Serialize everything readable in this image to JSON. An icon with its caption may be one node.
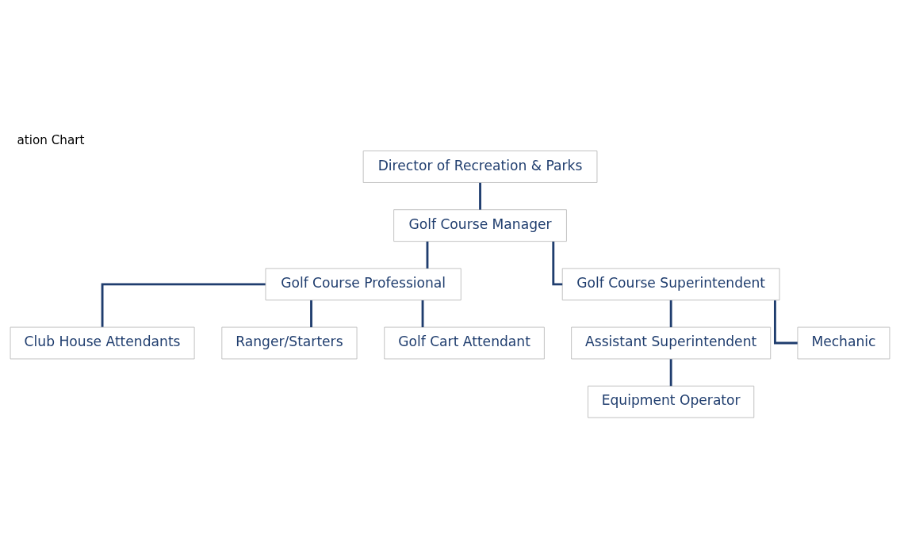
{
  "diagram": {
    "title": "ation Chart",
    "nodes": [
      {
        "text": [
          "Director of Recreation & Parks"
        ]
      },
      {
        "text": [
          "Golf Course Manager"
        ]
      },
      {
        "text": [
          "Golf Course Professional"
        ]
      },
      {
        "text": [
          "Golf Course Superintendent"
        ]
      },
      {
        "text": [
          "Club House Attendants"
        ]
      },
      {
        "text": [
          "Ranger/Starters"
        ]
      },
      {
        "text": [
          "Assistant Superintendent"
        ]
      },
      {
        "text": [
          "Mechanic"
        ]
      },
      {
        "text": [
          "Golf Cart Attendant"
        ]
      },
      {
        "text": [
          "Equipment Operator"
        ]
      }
    ],
    "edges": [
      {
        "from": 0,
        "to": 1,
        "arrow": "none"
      },
      {
        "from": 1,
        "to": 2,
        "arrow": "none"
      },
      {
        "from": 1,
        "to": 3,
        "arrow": "none"
      },
      {
        "from": 2,
        "to": 4,
        "arrow": "none"
      },
      {
        "from": 2,
        "to": 5,
        "arrow": "none"
      },
      {
        "from": 2,
        "to": 8,
        "arrow": "none"
      },
      {
        "from": 3,
        "to": 6,
        "arrow": "none"
      },
      {
        "from": 3,
        "to": 7,
        "arrow": "none"
      },
      {
        "from": 6,
        "to": 9,
        "arrow": "none"
      }
    ]
  }
}
